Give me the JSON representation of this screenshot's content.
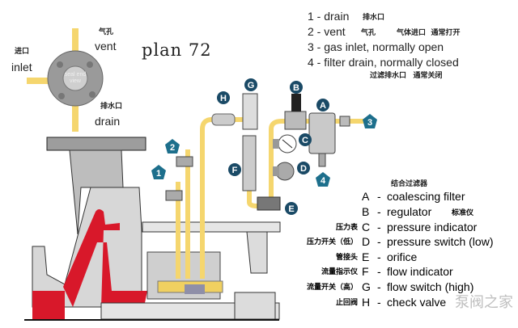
{
  "title": "plan 72",
  "end_view": {
    "inlet_cn": "进口",
    "inlet": "inlet",
    "vent_cn": "气孔",
    "vent": "vent",
    "drain_cn": "排水口",
    "drain": "drain",
    "center_label": "seal end view"
  },
  "ports": [
    {
      "num": "1",
      "label": "1 - drain",
      "cn": "排水口"
    },
    {
      "num": "2",
      "label": "2 - vent",
      "cn": "气孔"
    },
    {
      "num": "3",
      "label": "3 - gas inlet, normally open",
      "cn": "气体进口  通常打开"
    },
    {
      "num": "4",
      "label": "4 - filter drain, normally closed",
      "cn": "过滤排水口  通常关闭"
    }
  ],
  "components_heading_cn": "结合过滤器",
  "components": [
    {
      "letter": "A",
      "text": "coalescing filter",
      "cn": ""
    },
    {
      "letter": "B",
      "text": "regulator",
      "cn": "标准仪"
    },
    {
      "letter": "C",
      "text": "pressure indicator",
      "cn": "压力表"
    },
    {
      "letter": "D",
      "text": "pressure switch (low)",
      "cn": "压力开关（低）"
    },
    {
      "letter": "E",
      "text": "orifice",
      "cn": "管接头"
    },
    {
      "letter": "F",
      "text": "flow indicator",
      "cn": "流量指示仪"
    },
    {
      "letter": "G",
      "text": "flow switch (high)",
      "cn": "流量开关（高）"
    },
    {
      "letter": "H",
      "text": "check valve",
      "cn": "止回阀"
    }
  ],
  "watermark": "泵阀之家",
  "colors": {
    "pipe": "#f5d66e",
    "liner": "#d8182a",
    "badge": "#1a4a66",
    "badge_teal": "#1d6f8c",
    "metal": "#b8b8b8"
  }
}
